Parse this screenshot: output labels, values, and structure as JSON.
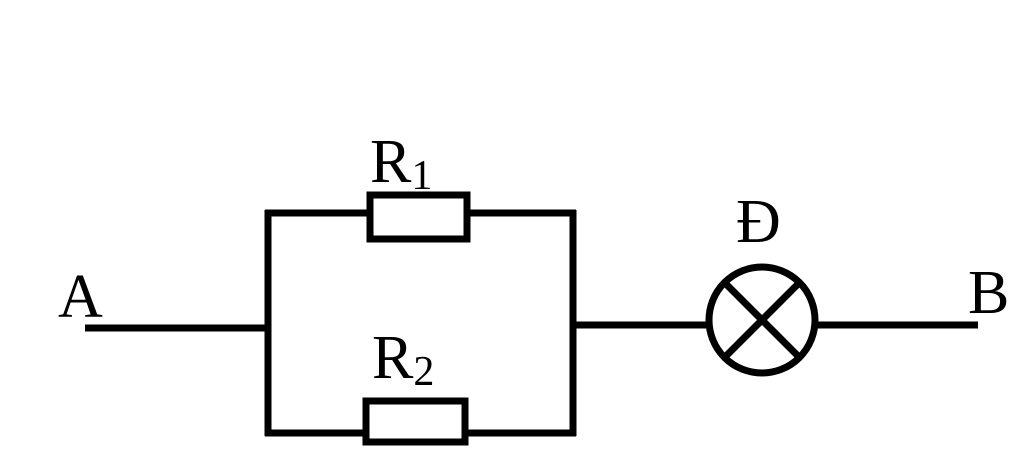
{
  "diagram": {
    "terminals": {
      "a": "A",
      "b": "B"
    },
    "resistors": [
      {
        "symbol": "R",
        "subscript": "1"
      },
      {
        "symbol": "R",
        "subscript": "2"
      }
    ],
    "lamp": {
      "label": "Đ"
    }
  },
  "colors": {
    "line": "#000000",
    "background": "#ffffff"
  }
}
